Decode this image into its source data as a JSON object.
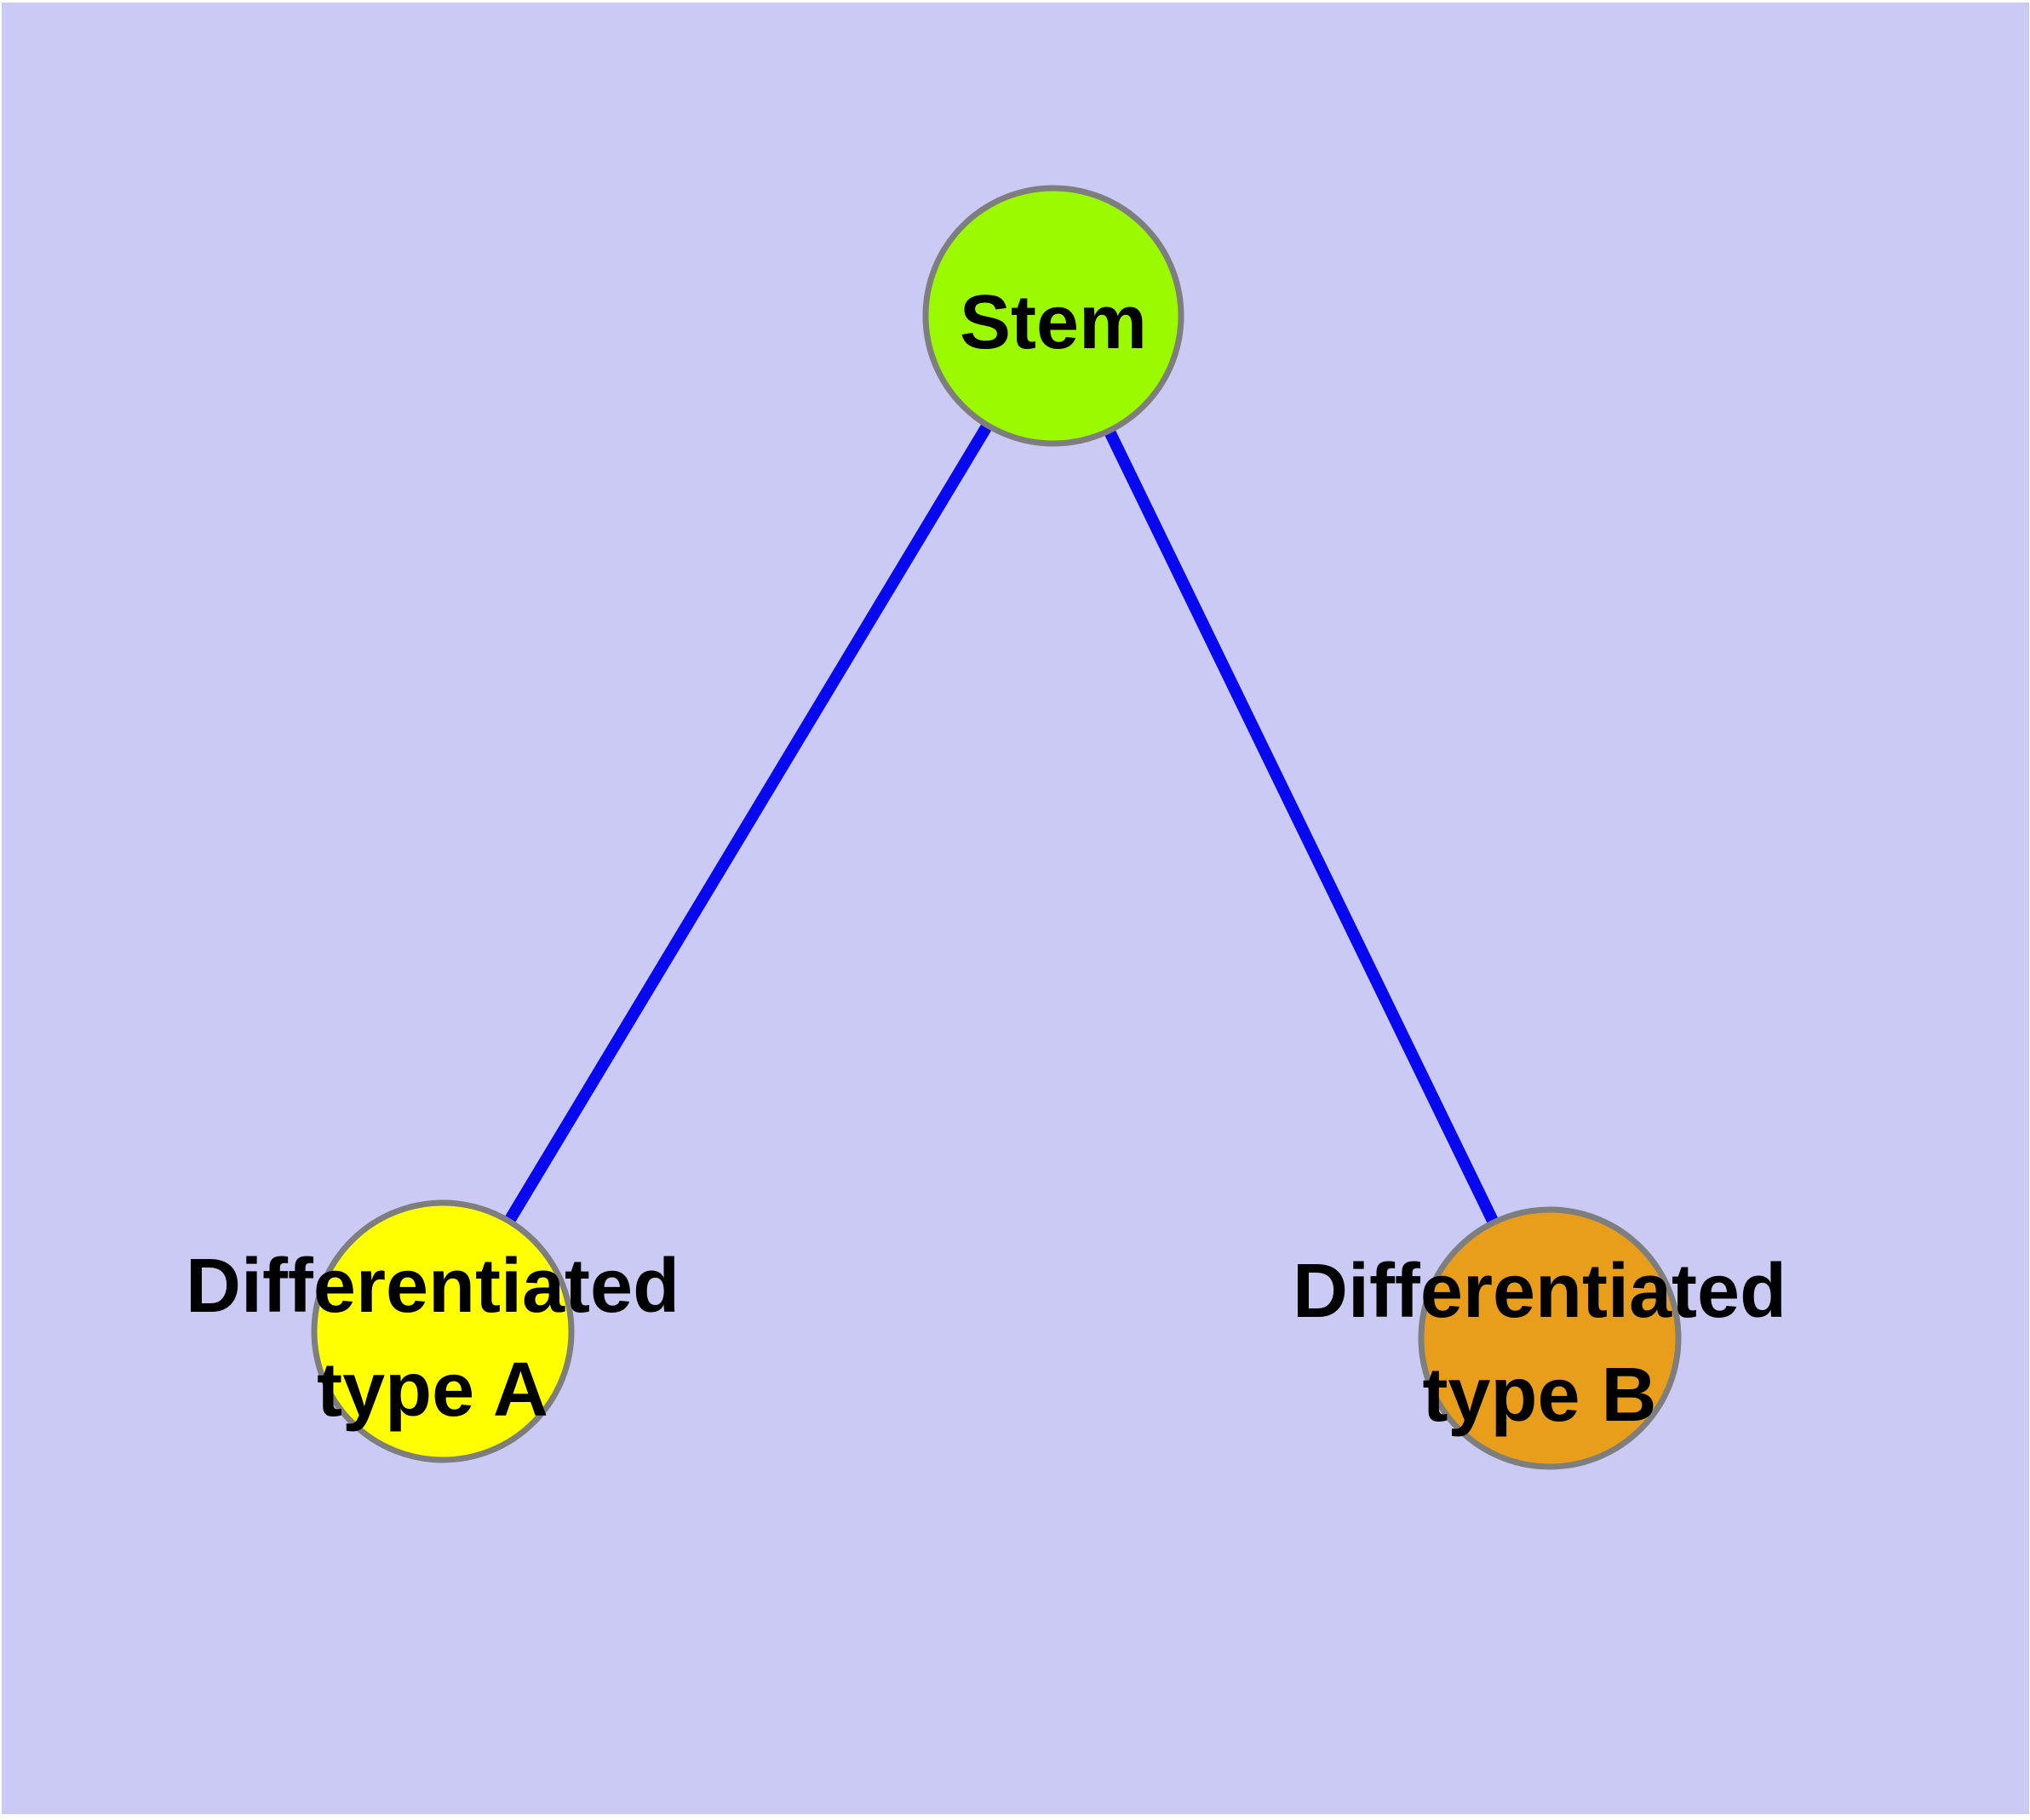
{
  "canvas": {
    "background_color": "#CACAF4",
    "frame_color": "#FFFFFF"
  },
  "graph": {
    "node_border_color": "#7E7E7E",
    "edge_color": "#0808F0",
    "label_color": "#000000",
    "nodes": {
      "stem": {
        "label": "Stem",
        "fill": "#9BFA00",
        "shape": "circle"
      },
      "diff_a": {
        "label_lines": [
          "Differentiated",
          "type A"
        ],
        "fill": "#FFFF00",
        "shape": "circle"
      },
      "diff_b": {
        "label_lines": [
          "Differentiated",
          "type B"
        ],
        "fill": "#E89E1B",
        "shape": "circle"
      }
    },
    "edges": [
      {
        "from": "stem",
        "to": "diff_a"
      },
      {
        "from": "stem",
        "to": "diff_b"
      }
    ]
  }
}
